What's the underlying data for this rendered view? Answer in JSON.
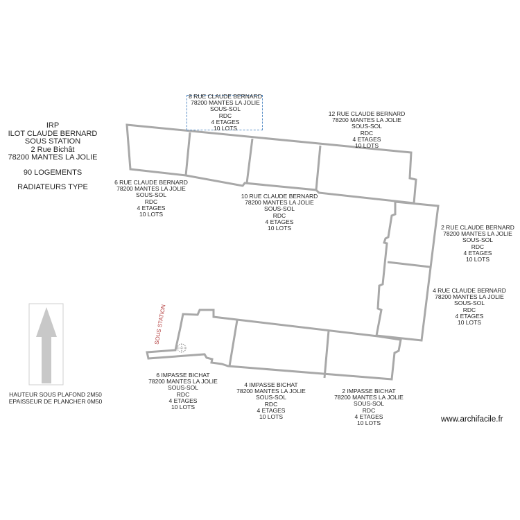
{
  "title_block": {
    "line1": "IRP",
    "line2": "ILOT CLAUDE BERNARD",
    "line3": "SOUS STATION",
    "line4": "2 Rue Bichât",
    "line5": "78200 MANTES LA JOLIE",
    "logements": "90 LOGEMENTS",
    "radiateurs": "RADIATEURS TYPE"
  },
  "legend": {
    "line1": "HAUTEUR SOUS PLAFOND 2M50",
    "line2": "EPAISSEUR DE PLANCHER 0M50"
  },
  "sous_station_label": "SOUS STATION",
  "watermark": "www.archifacile.fr",
  "colors": {
    "walls": "#a8a8a8",
    "selection": "#5a8fc7",
    "sous_station": "#b23b3b",
    "arrow": "#c8c8c8"
  },
  "buildings": [
    {
      "address": "8 RUE CLAUDE BERNARD",
      "city": "78200 MANTES LA JOLIE",
      "sous_sol": "SOUS-SOL",
      "rdc": "RDC",
      "etages": "4 ETAGES",
      "lots": "10 LOTS"
    },
    {
      "address": "12 RUE CLAUDE BERNARD",
      "city": "78200 MANTES LA JOLIE",
      "sous_sol": "SOUS-SOL",
      "rdc": "RDC",
      "etages": "4 ETAGES",
      "lots": "10 LOTS"
    },
    {
      "address": "6 RUE CLAUDE BERNARD",
      "city": "78200 MANTES LA JOLIE",
      "sous_sol": "SOUS-SOL",
      "rdc": "RDC",
      "etages": "4 ETAGES",
      "lots": "10 LOTS"
    },
    {
      "address": "10 RUE CLAUDE BERNARD",
      "city": "78200 MANTES LA JOLIE",
      "sous_sol": "SOUS-SOL",
      "rdc": "RDC",
      "etages": "4 ETAGES",
      "lots": "10 LOTS"
    },
    {
      "address": "2 RUE CLAUDE BERNARD",
      "city": "78200 MANTES LA JOLIE",
      "sous_sol": "SOUS-SOL",
      "rdc": "RDC",
      "etages": "4 ETAGES",
      "lots": "10 LOTS"
    },
    {
      "address": "4 RUE CLAUDE BERNARD",
      "city": "78200 MANTES LA JOLIE",
      "sous_sol": "SOUS-SOL",
      "rdc": "RDC",
      "etages": "4 ETAGES",
      "lots": "10 LOTS"
    },
    {
      "address": "6 IMPASSE BICHAT",
      "city": "78200 MANTES LA JOLIE",
      "sous_sol": "SOUS-SOL",
      "rdc": "RDC",
      "etages": "4 ETAGES",
      "lots": "10 LOTS"
    },
    {
      "address": "4 IMPASSE BICHAT",
      "city": "78200 MANTES LA JOLIE",
      "sous_sol": "SOUS-SOL",
      "rdc": "RDC",
      "etages": "4 ETAGES",
      "lots": "10 LOTS"
    },
    {
      "address": "2 IMPASSE BICHAT",
      "city": "78200 MANTES LA JOLIE",
      "sous_sol": "SOUS-SOL",
      "rdc": "RDC",
      "etages": "4 ETAGES",
      "lots": "10 LOTS"
    }
  ]
}
